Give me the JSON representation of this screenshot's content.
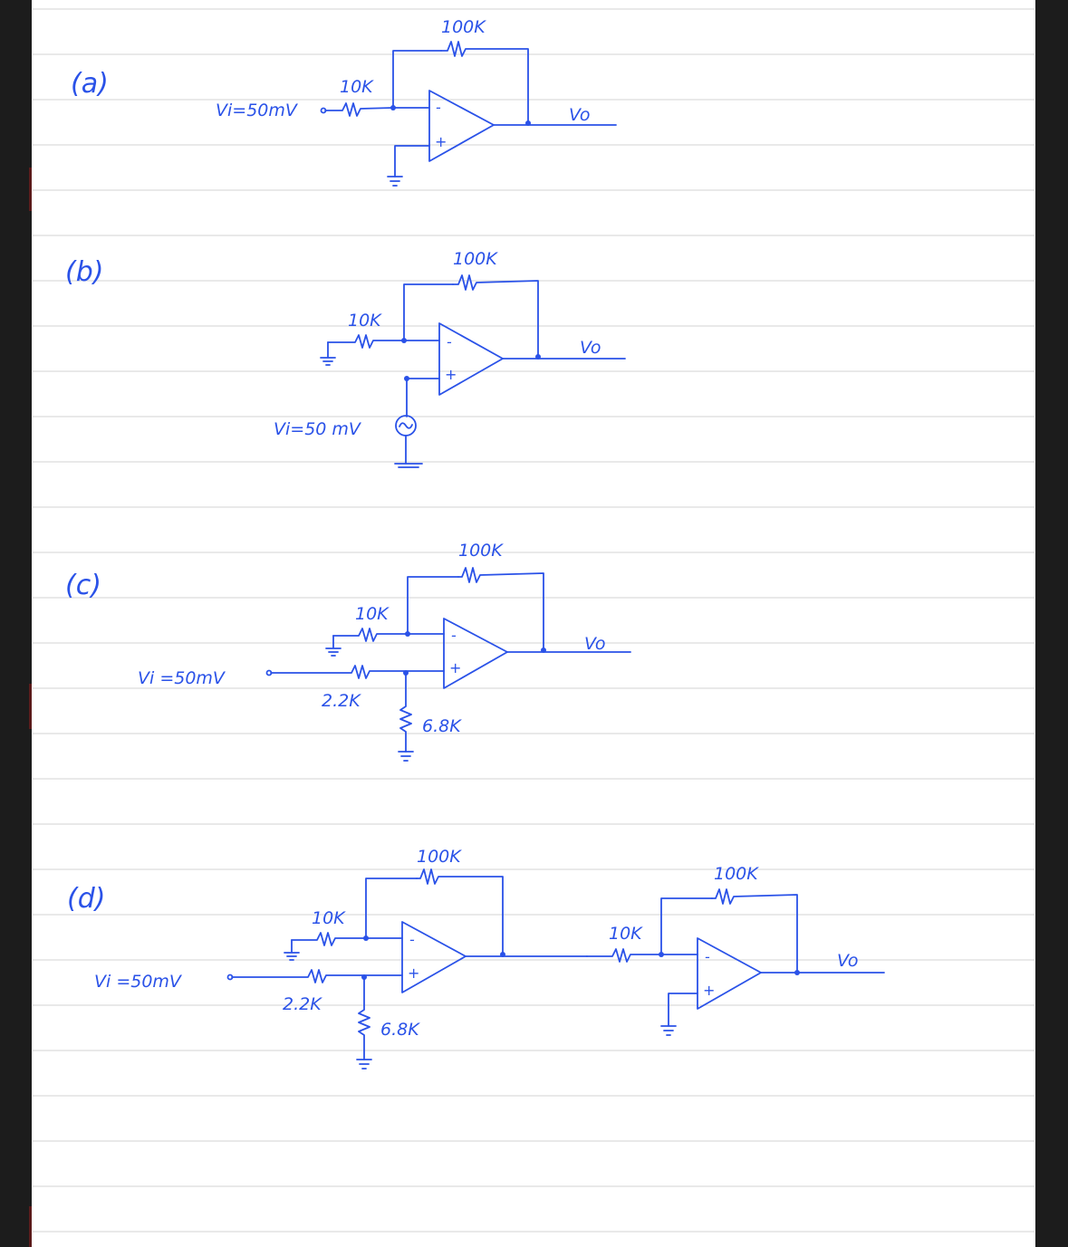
{
  "colors": {
    "ink": "#2a52e8",
    "paper": "#ffffff",
    "rule": "#dcdcdc",
    "frame": "#1c1c1c"
  },
  "parts": {
    "a": {
      "label": "(a)",
      "feedback_resistor": "100K",
      "input_resistor": "10K",
      "input_voltage": "Vi=50mV",
      "output": "Vo",
      "inverting_sign": "-",
      "noninverting_sign": "+"
    },
    "b": {
      "label": "(b)",
      "feedback_resistor": "100K",
      "input_resistor": "10K",
      "input_voltage": "Vi=50 mV",
      "output": "Vo",
      "inverting_sign": "-",
      "noninverting_sign": "+"
    },
    "c": {
      "label": "(c)",
      "feedback_resistor": "100K",
      "input_resistor": "10K",
      "divider_top_resistor": "2.2K",
      "divider_bottom_resistor": "6.8K",
      "input_voltage": "Vi =50mV",
      "output": "Vo",
      "inverting_sign": "-",
      "noninverting_sign": "+"
    },
    "d": {
      "label": "(d)",
      "stage1_feedback_resistor": "100K",
      "stage1_input_resistor": "10K",
      "divider_top_resistor": "2.2K",
      "divider_bottom_resistor": "6.8K",
      "stage2_feedback_resistor": "100K",
      "stage2_input_resistor": "10K",
      "input_voltage": "Vi =50mV",
      "output": "Vo",
      "inverting_sign": "-",
      "noninverting_sign": "+"
    }
  }
}
